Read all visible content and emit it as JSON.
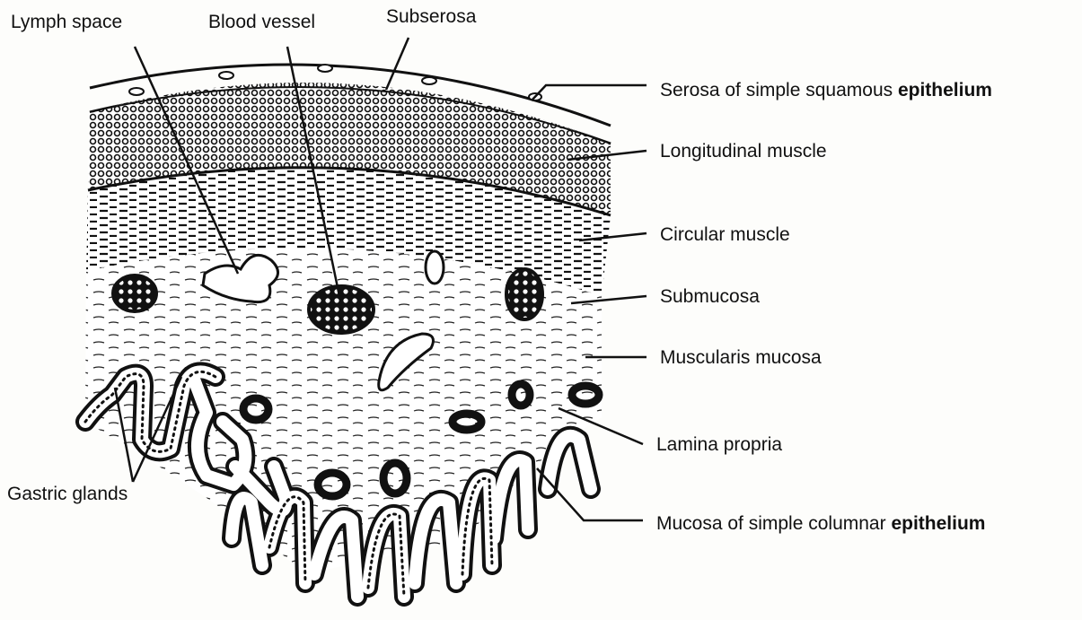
{
  "colors": {
    "ink": "#111111",
    "paper": "#fdfdfb",
    "lumen": "#ffffff"
  },
  "labels": {
    "lymph_space": "Lymph space",
    "blood_vessel": "Blood vessel",
    "subserosa": "Subserosa",
    "serosa_text": "Serosa of simple squamous ",
    "serosa_bold": "epithelium",
    "longitudinal_muscle": "Longitudinal muscle",
    "circular_muscle": "Circular muscle",
    "submucosa": "Submucosa",
    "muscularis_mucosa": "Muscularis mucosa",
    "lamina_propria": "Lamina propria",
    "gastric_glands": "Gastric glands",
    "mucosa_text": "Mucosa of simple columnar ",
    "mucosa_bold": "epithelium"
  }
}
